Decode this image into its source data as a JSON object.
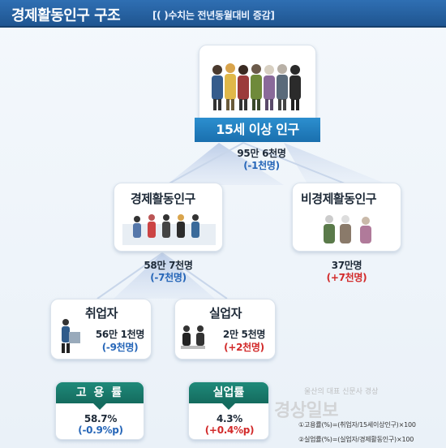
{
  "title": {
    "main": "경제활동인구 구조",
    "sub": "[( )수치는 전년동월대비 증감]"
  },
  "population15": {
    "label": "15세 이상 인구",
    "value": "95만 6천명",
    "change": "(-1천명)"
  },
  "economicallyActive": {
    "label": "경제활동인구",
    "value": "58만 7천명",
    "change": "(-7천명)"
  },
  "nonEconomicallyActive": {
    "label": "비경제활동인구",
    "value": "37만명",
    "change": "(+7천명)"
  },
  "employed": {
    "label": "취업자",
    "value": "56만 1천명",
    "change": "(-9천명)"
  },
  "unemployed": {
    "label": "실업자",
    "value": "2만 5천명",
    "change": "(+2천명)"
  },
  "employmentRate": {
    "label": "고 용 률",
    "value": "58.7%",
    "change": "(-0.9%p)"
  },
  "unemploymentRate": {
    "label": "실업률",
    "value": "4.3%",
    "change": "(+0.4%p)"
  },
  "footnotes": {
    "note1": "①고용률(%)=(취업자/15세이상인구)×100",
    "note2": "②실업률(%)=(실업자/경제활동인구)×100"
  },
  "watermark": {
    "logo": "경상일보",
    "small": "울산의 대표 신문사 경상"
  },
  "colors": {
    "titleBlue": "#2f6fb3",
    "bannerBlue": "#1a6fae",
    "rateGreen": "#146b5e",
    "increaseRed": "#d22a2a",
    "decreaseBlue": "#2666b8"
  }
}
